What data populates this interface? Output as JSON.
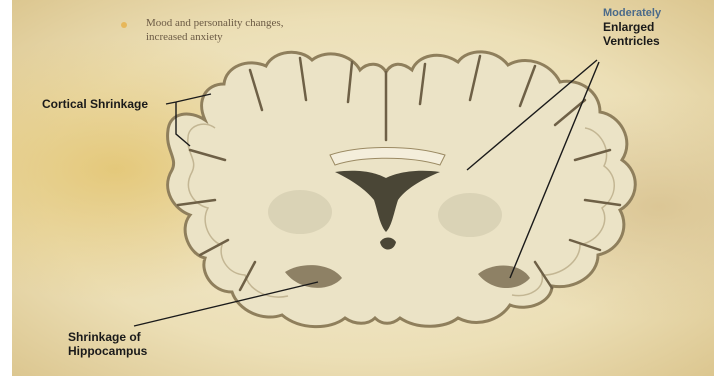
{
  "annotations": {
    "bullet_note_line1": "Mood and personality changes,",
    "bullet_note_line2": "increased anxiety",
    "cortical_shrinkage": "Cortical Shrinkage",
    "ventricles_line1": "Moderately",
    "ventricles_line2": "Enlarged",
    "ventricles_line3": "Ventricles",
    "hippocampus_line1": "Shrinkage of",
    "hippocampus_line2": "Hippocampus"
  },
  "colors": {
    "background_light": "#f2ecd8",
    "background_warm": "#e4cf9a",
    "brain_tissue": "#ebe3c6",
    "brain_outline": "#8f7f5c",
    "ventricle": "#4a4636",
    "label_text": "#1a1a1a",
    "note_text": "#6b5a44",
    "bullet": "#e7b75a"
  }
}
